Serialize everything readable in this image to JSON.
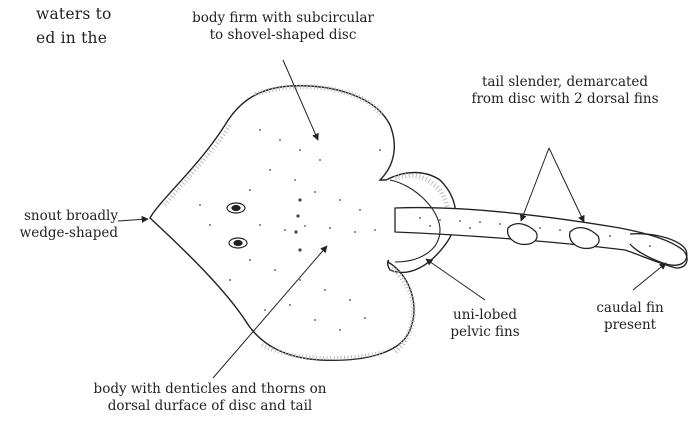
{
  "page_text": {
    "line1": "waters to",
    "line2": "ed in the"
  },
  "labels": {
    "body_firm": [
      "body firm with subcircular",
      "to shovel-shaped disc"
    ],
    "tail": [
      "tail slender, demarcated",
      "from disc with 2 dorsal fins"
    ],
    "snout": [
      "snout broadly",
      "wedge-shaped"
    ],
    "pelvic": [
      "uni-lobed",
      "pelvic fins"
    ],
    "caudal": [
      "caudal fin",
      "present"
    ],
    "denticles": [
      "body with denticles and thorns on",
      "dorsal durface of disc and tail"
    ]
  },
  "colors": {
    "ink": "#222222",
    "background": "#ffffff"
  }
}
